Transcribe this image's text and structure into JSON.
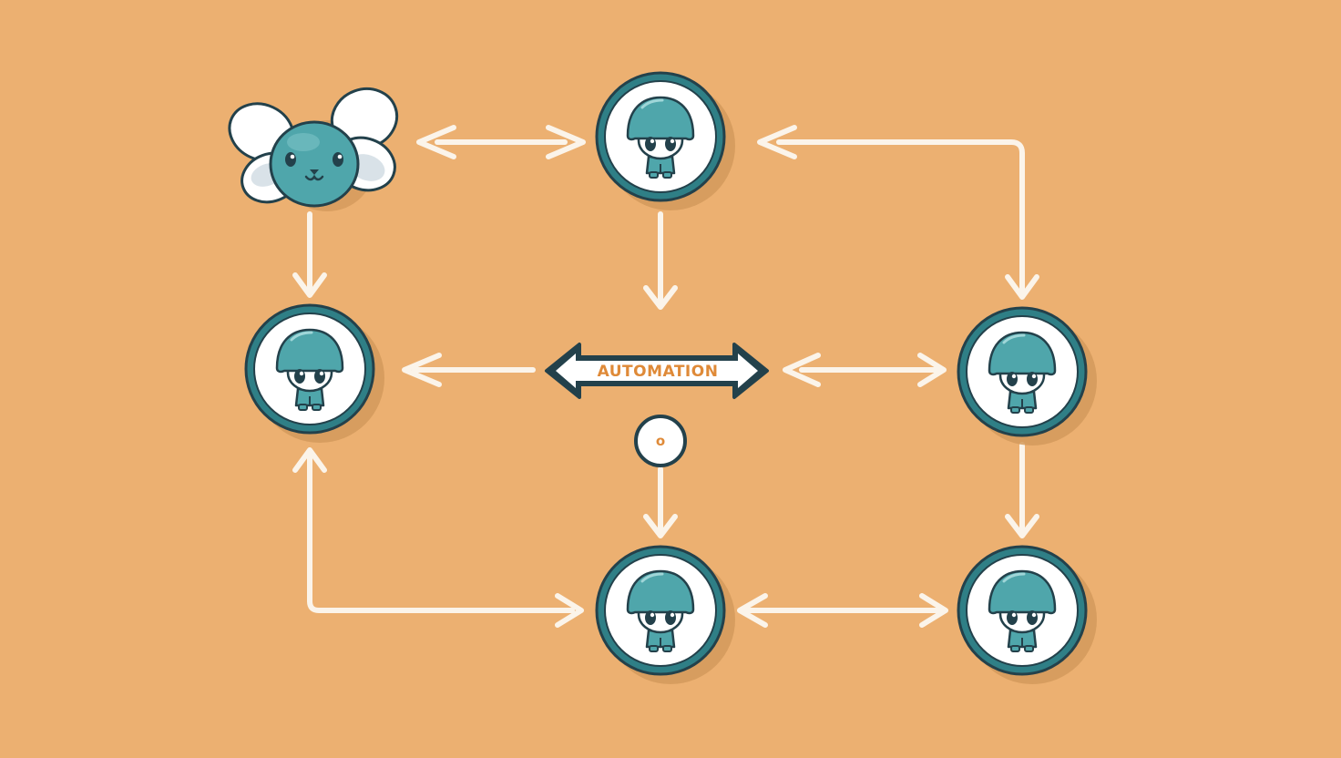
{
  "diagram": {
    "center_label": "AUTOMATION",
    "small_node_label": "o"
  },
  "colors": {
    "background": "#ecb071",
    "shadow": "#d49a5c",
    "teal": "#4fa6ab",
    "teal_light": "#7cc3c6",
    "teal_dark": "#2f7f86",
    "outline": "#23414b",
    "white": "#ffffff",
    "arrow": "#fbf4ea",
    "label_text": "#df8a38"
  },
  "nodes": [
    {
      "id": "mascot",
      "type": "mascot"
    },
    {
      "id": "robot-top",
      "type": "robot"
    },
    {
      "id": "robot-middle-left",
      "type": "robot"
    },
    {
      "id": "robot-middle-right",
      "type": "robot"
    },
    {
      "id": "robot-bottom-center",
      "type": "robot"
    },
    {
      "id": "robot-bottom-right",
      "type": "robot"
    }
  ]
}
